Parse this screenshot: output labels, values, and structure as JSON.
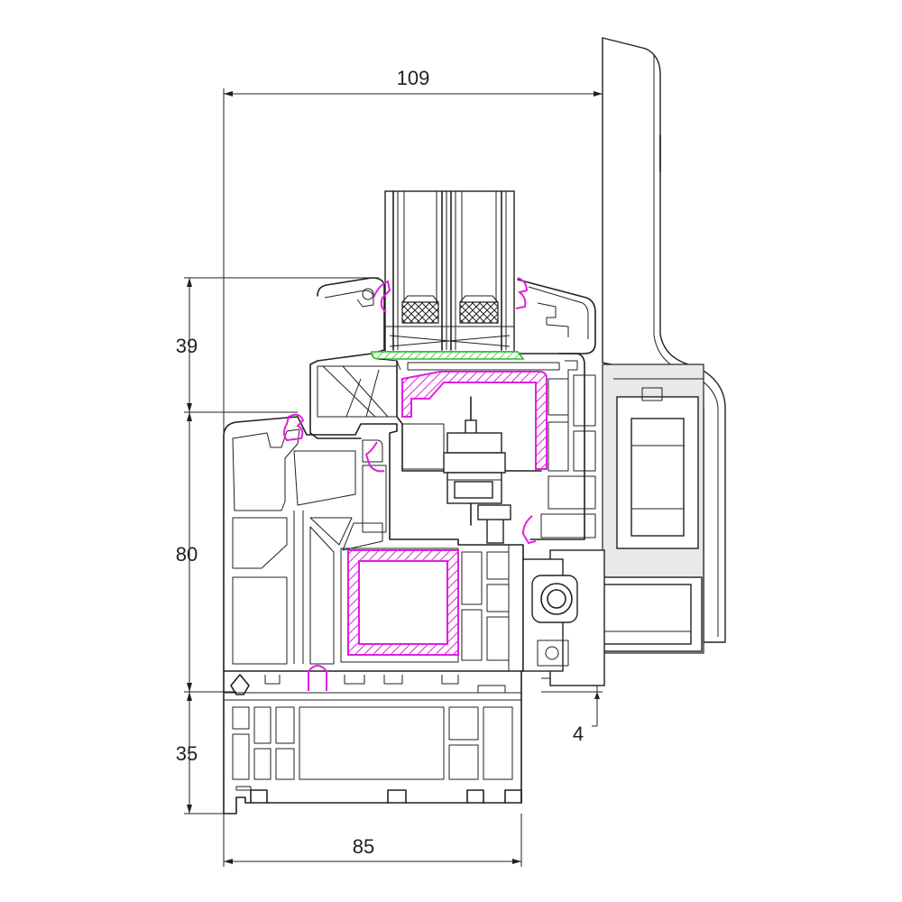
{
  "diagram": {
    "dimensions": {
      "overall_width": "109",
      "sash_height": "39",
      "frame_height": "80",
      "sill_height": "35",
      "frame_width": "85",
      "overlap": "4"
    },
    "colors": {
      "line": "#231f20",
      "gasket": "#e020e0",
      "steel_reinforcement": "#e020e0",
      "glazing_spacer": "#20c020",
      "background": "#ffffff"
    }
  }
}
